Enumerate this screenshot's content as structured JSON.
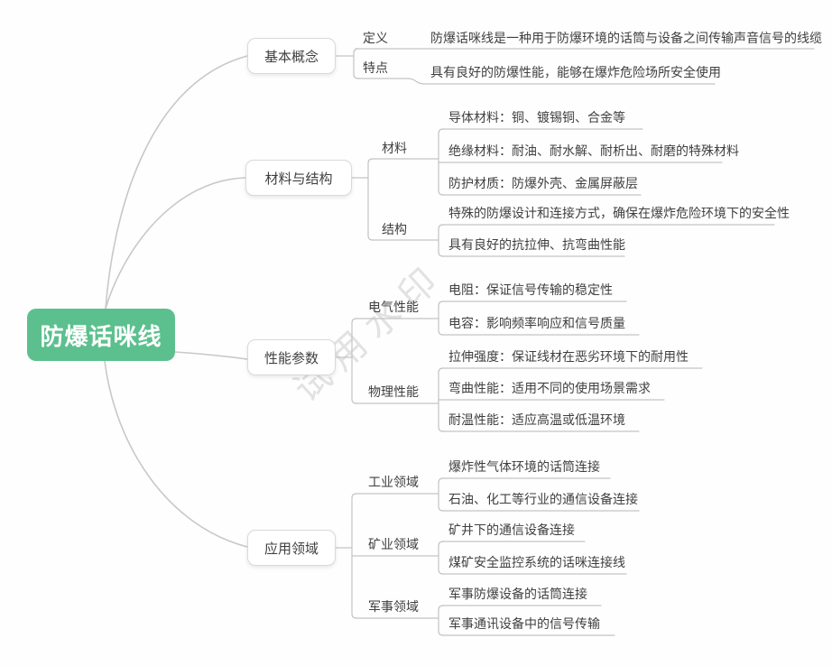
{
  "watermark": "试用水印",
  "colors": {
    "root_bg": "#5cc08e",
    "root_text": "#ffffff",
    "line": "#c8c8c8",
    "node_text": "#3f3f3f",
    "box_border": "#d9d9d9"
  },
  "mindmap": {
    "root": {
      "label": "防爆话咪线"
    },
    "branches": [
      {
        "label": "基本概念",
        "children": [
          {
            "label": "定义",
            "children": [
              {
                "label": "防爆话咪线是一种用于防爆环境的话筒与设备之间传输声音信号的线缆"
              }
            ]
          },
          {
            "label": "特点",
            "children": [
              {
                "label": "具有良好的防爆性能，能够在爆炸危险场所安全使用"
              }
            ]
          }
        ]
      },
      {
        "label": "材料与结构",
        "children": [
          {
            "label": "材料",
            "children": [
              {
                "label": "导体材料：铜、镀锡铜、合金等"
              },
              {
                "label": "绝缘材料：耐油、耐水解、耐析出、耐磨的特殊材料"
              },
              {
                "label": "防护材质：防爆外壳、金属屏蔽层"
              }
            ]
          },
          {
            "label": "结构",
            "children": [
              {
                "label": "特殊的防爆设计和连接方式，确保在爆炸危险环境下的安全性"
              },
              {
                "label": "具有良好的抗拉伸、抗弯曲性能"
              }
            ]
          }
        ]
      },
      {
        "label": "性能参数",
        "children": [
          {
            "label": "电气性能",
            "children": [
              {
                "label": "电阻：保证信号传输的稳定性"
              },
              {
                "label": "电容：影响频率响应和信号质量"
              }
            ]
          },
          {
            "label": "物理性能",
            "children": [
              {
                "label": "拉伸强度：保证线材在恶劣环境下的耐用性"
              },
              {
                "label": "弯曲性能：适用不同的使用场景需求"
              },
              {
                "label": "耐温性能：适应高温或低温环境"
              }
            ]
          }
        ]
      },
      {
        "label": "应用领域",
        "children": [
          {
            "label": "工业领域",
            "children": [
              {
                "label": "爆炸性气体环境的话筒连接"
              },
              {
                "label": "石油、化工等行业的通信设备连接"
              }
            ]
          },
          {
            "label": "矿业领域",
            "children": [
              {
                "label": "矿井下的通信设备连接"
              },
              {
                "label": "煤矿安全监控系统的话咪连接线"
              }
            ]
          },
          {
            "label": "军事领域",
            "children": [
              {
                "label": "军事防爆设备的话筒连接"
              },
              {
                "label": "军事通讯设备中的信号传输"
              }
            ]
          }
        ]
      }
    ]
  }
}
